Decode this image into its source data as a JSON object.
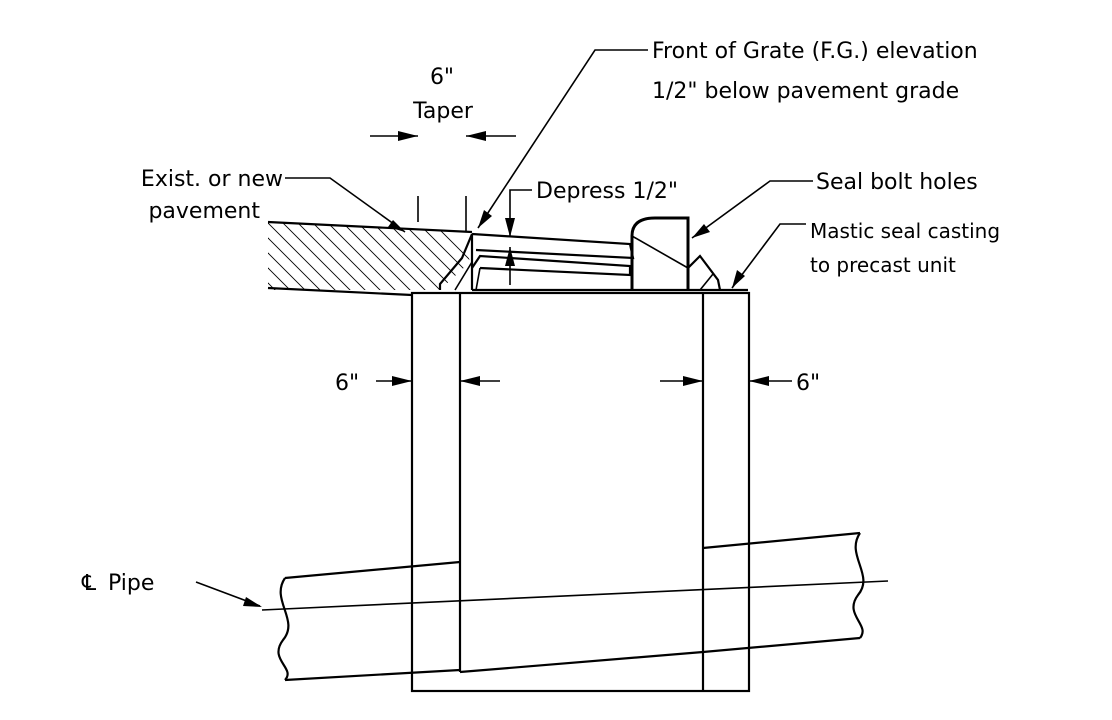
{
  "labels": {
    "taper_dim": "6\"",
    "taper": "Taper",
    "front_of_grate_line1": "Front of Grate (F.G.) elevation",
    "front_of_grate_line2": "1/2\" below pavement grade",
    "pavement_line1": "Exist. or new",
    "pavement_line2": "pavement",
    "depress": "Depress 1/2\"",
    "seal_bolt_holes": "Seal bolt holes",
    "mastic_line1": "Mastic seal casting",
    "mastic_line2": "to precast unit",
    "wall_left": "6\"",
    "wall_right": "6\"",
    "pipe_symbol": "℄",
    "pipe": "Pipe"
  },
  "colors": {
    "line": "#000000",
    "background": "#ffffff"
  }
}
